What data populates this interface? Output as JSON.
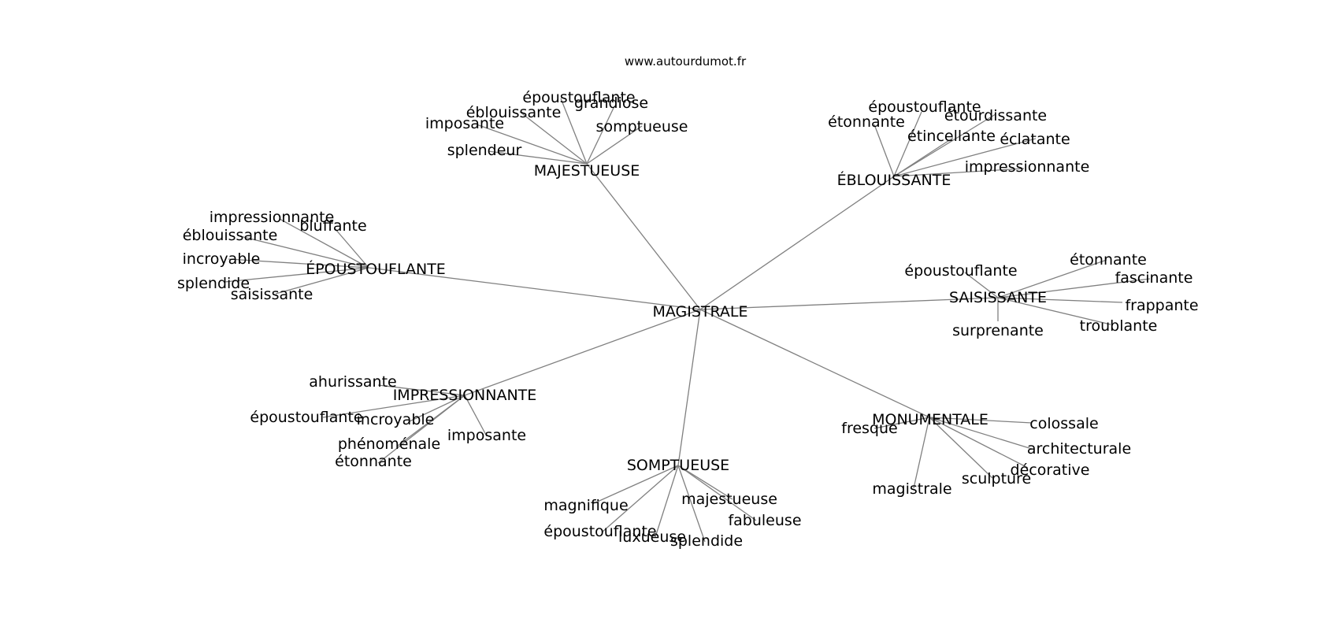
{
  "watermark": "www.autourdumot.fr",
  "colors": {
    "edge": "#808080",
    "text": "#000000",
    "background": "#ffffff"
  },
  "center": "MAGISTRALE",
  "clusters": [
    {
      "id": "majestueuse",
      "label": "MAJESTUEUSE",
      "words": [
        "époustouflante",
        "grandiose",
        "éblouissante",
        "imposante",
        "somptueuse",
        "splendeur"
      ]
    },
    {
      "id": "eblouissante",
      "label": "ÉBLOUISSANTE",
      "words": [
        "époustouflante",
        "étonnante",
        "étourdissante",
        "étincellante",
        "éclatante",
        "impressionnante"
      ]
    },
    {
      "id": "epoustouflante",
      "label": "ÉPOUSTOUFLANTE",
      "words": [
        "impressionnante",
        "bluffante",
        "éblouissante",
        "incroyable",
        "splendide",
        "saisissante"
      ]
    },
    {
      "id": "saisissante",
      "label": "SAISISSANTE",
      "words": [
        "époustouflante",
        "étonnante",
        "fascinante",
        "frappante",
        "troublante",
        "surprenante"
      ]
    },
    {
      "id": "impressionnante",
      "label": "IMPRESSIONNANTE",
      "words": [
        "ahurissante",
        "époustouflante",
        "incroyable",
        "imposante",
        "phénoménale",
        "étonnante"
      ]
    },
    {
      "id": "monumentale",
      "label": "MONUMENTALE",
      "words": [
        "fresque",
        "colossale",
        "architecturale",
        "décorative",
        "sculpture",
        "magistrale"
      ]
    },
    {
      "id": "somptueuse",
      "label": "SOMPTUEUSE",
      "words": [
        "magnifique",
        "majestueuse",
        "fabuleuse",
        "époustouflante",
        "luxueuse",
        "splendide"
      ]
    }
  ]
}
